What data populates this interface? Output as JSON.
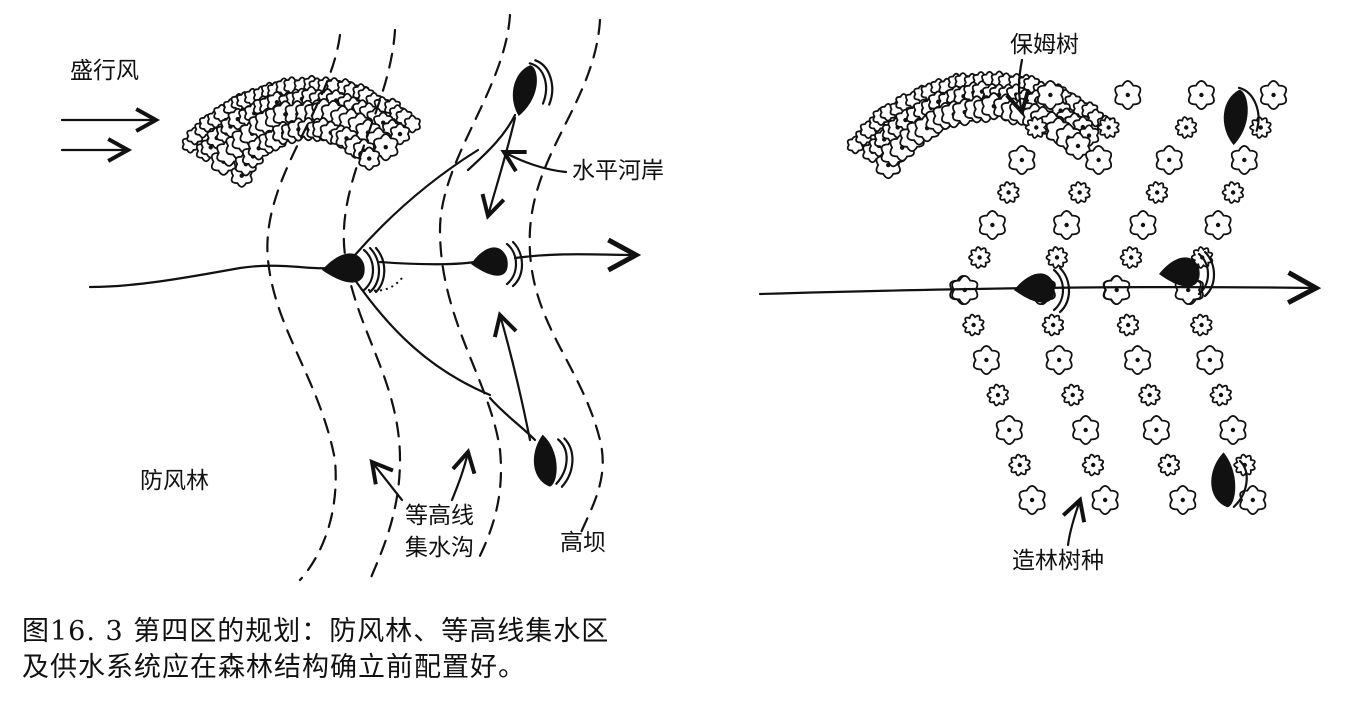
{
  "left_panel": {
    "wind_label": "盛行风",
    "windbreak_label": "防风林",
    "level_bank_label": "水平河岸",
    "swale_label_line1": "等高线",
    "swale_label_line2": "集水沟",
    "high_dam_label": "高坝"
  },
  "right_panel": {
    "nurse_tree_label": "保姆树",
    "forestry_species_label": "造林树种"
  },
  "caption": {
    "line1": "图16. 3  第四区的规划：防风林、等高线集水区",
    "line2": "及供水系统应在森林结构确立前配置好。"
  }
}
